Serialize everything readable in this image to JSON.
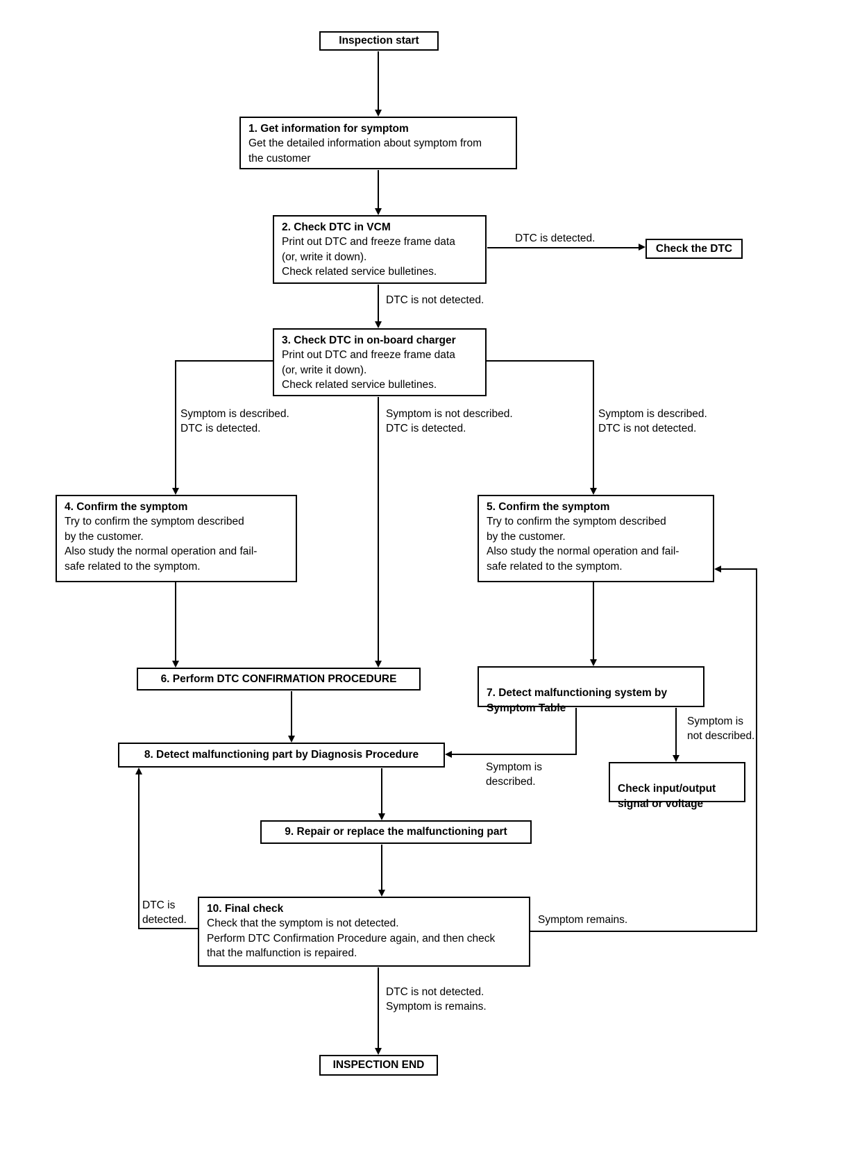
{
  "colors": {
    "line": "#000000",
    "background": "#ffffff",
    "text": "#000000"
  },
  "diagram": {
    "nodes": {
      "start": {
        "label": "Inspection start"
      },
      "n1": {
        "title": "1. Get information for symptom",
        "body": "Get the detailed information about symptom from\nthe customer"
      },
      "n2": {
        "title": "2. Check DTC in VCM",
        "body": "Print out DTC and freeze frame data\n(or, write it down).\nCheck related service bulletines."
      },
      "check_dtc": {
        "label": "Check the DTC"
      },
      "n3": {
        "title": "3. Check DTC in on-board charger",
        "body": "Print out DTC and freeze frame data\n(or, write it down).\nCheck related service bulletines."
      },
      "n4": {
        "title": "4. Confirm the symptom",
        "body": "Try to confirm the symptom described\nby the customer.\nAlso study the normal operation and fail-\nsafe related to the symptom."
      },
      "n5": {
        "title": "5. Confirm the symptom",
        "body": "Try to confirm the symptom described\nby the customer.\nAlso study the normal operation and fail-\nsafe related to the symptom."
      },
      "n6": {
        "label": "6. Perform DTC CONFIRMATION PROCEDURE"
      },
      "n7": {
        "label": "7. Detect malfunctioning system by\nSymptom Table"
      },
      "n8": {
        "label": "8. Detect malfunctioning part by Diagnosis Procedure"
      },
      "check_io": {
        "label": "Check input/output\nsignal or voltage"
      },
      "n9": {
        "label": "9. Repair or replace the malfunctioning part"
      },
      "n10": {
        "title": "10. Final check",
        "body": "Check that the symptom is not detected.\nPerform DTC Confirmation Procedure again, and then check\nthat the malfunction is repaired."
      },
      "end": {
        "label": "INSPECTION END"
      }
    },
    "edge_labels": {
      "dtc_detected": "DTC is detected.",
      "dtc_not_detected": "DTC is not detected.",
      "branch_left": "Symptom is described.\nDTC is detected.",
      "branch_mid": "Symptom is not described.\nDTC is detected.",
      "branch_right": "Symptom is described.\nDTC is not detected.",
      "symptom_described": "Symptom is\ndescribed.",
      "symptom_not_described": "Symptom is\nnot described.",
      "dtc_detected_loop": "DTC is\ndetected.",
      "symptom_remains": "Symptom remains.",
      "end_condition": "DTC is not detected.\nSymptom is remains."
    }
  }
}
